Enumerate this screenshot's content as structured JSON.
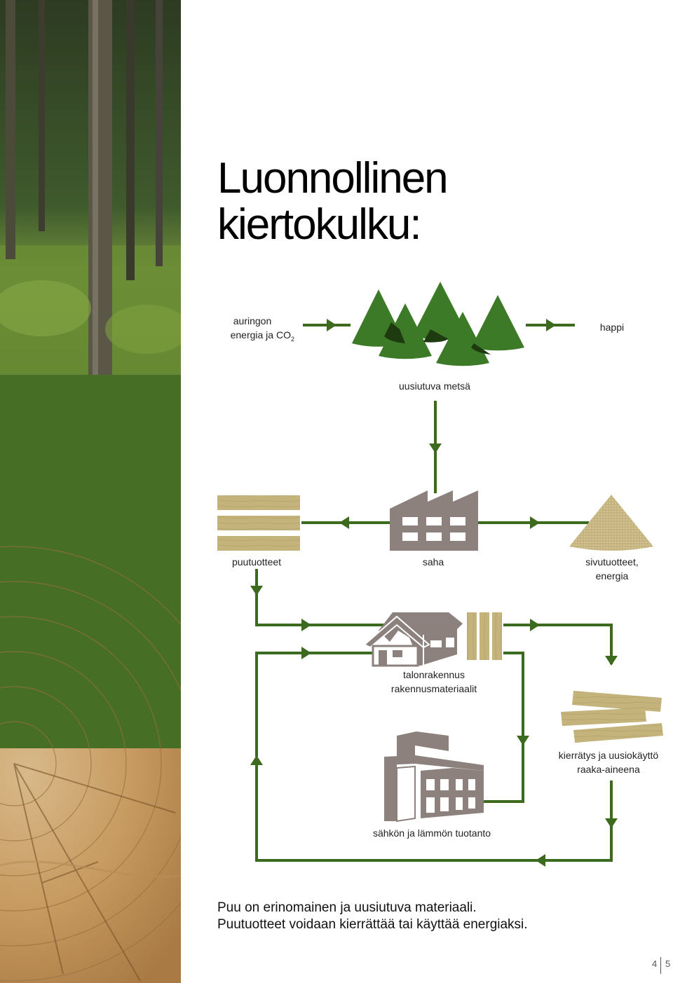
{
  "title": {
    "line1": "Luonnollinen",
    "line2": "kiertokulku:"
  },
  "labels": {
    "sun_line1": "auringon",
    "sun_line2": "energia ja CO",
    "sun_sub": "2",
    "oxygen": "happi",
    "forest": "uusiutuva metsä",
    "wood_products": "puutuotteet",
    "sawmill": "saha",
    "byproducts_line1": "sivutuotteet,",
    "byproducts_line2": "energia",
    "house_line1": "talonrakennus",
    "house_line2": "rakennusmateriaalit",
    "recycling_line1": "kierrätys ja uusiokäyttö",
    "recycling_line2": "raaka-aineena",
    "power": "sähkön ja lämmön tuotanto"
  },
  "footer": {
    "line1": "Puu on erinomainen ja uusiutuva materiaali.",
    "line2": "Puutuotteet voidaan kierrättää tai käyttää energiaksi."
  },
  "page_numbers": {
    "left": "4",
    "right": "5"
  },
  "colors": {
    "green_dark": "#3c6a1f",
    "green_band": "#466e24",
    "tree_green": "#3d7a28",
    "tree_overlap": "#1e3a0f",
    "building_grey": "#8c817d",
    "wood_tan": "#c2b27a",
    "wood_light": "#cfc08a"
  }
}
